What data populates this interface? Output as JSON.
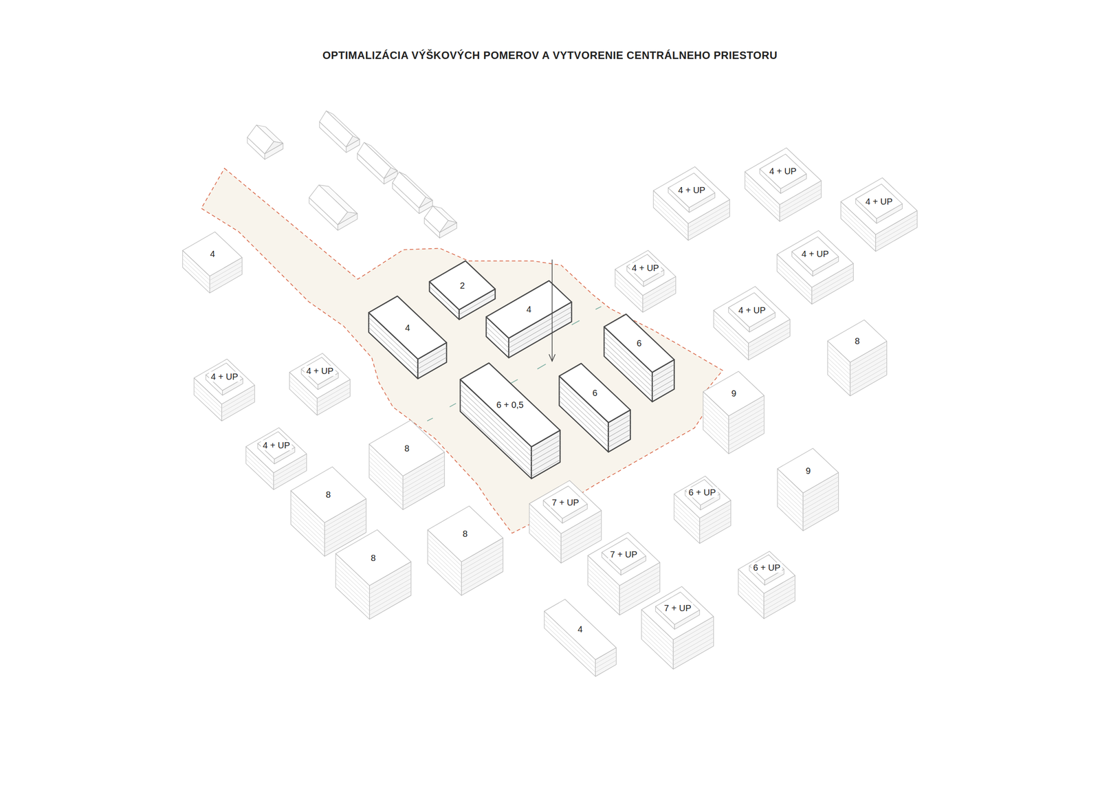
{
  "diagram": {
    "title": "OPTIMALIZÁCIA VÝŠKOVÝCH POMEROV A VYTVORENIE CENTRÁLNEHO PRIESTORU",
    "nodes": [
      {
        "text": [
          "4 + UP"
        ]
      },
      {
        "text": [
          "4 + UP"
        ]
      },
      {
        "text": [
          "4 + UP"
        ]
      },
      {
        "text": [
          "4"
        ]
      },
      {
        "text": [
          "4 + UP"
        ]
      },
      {
        "text": [
          "4 + UP"
        ]
      },
      {
        "text": [
          "2"
        ]
      },
      {
        "text": [
          "4"
        ]
      },
      {
        "text": [
          "4 + UP"
        ]
      },
      {
        "text": [
          "4"
        ]
      },
      {
        "text": [
          "8"
        ]
      },
      {
        "text": [
          "6"
        ]
      },
      {
        "text": [
          "4 + UP"
        ]
      },
      {
        "text": [
          "4 + UP"
        ]
      },
      {
        "text": [
          "9"
        ]
      },
      {
        "text": [
          "6"
        ]
      },
      {
        "text": [
          "6 + 0,5"
        ]
      },
      {
        "text": [
          "4 + UP"
        ]
      },
      {
        "text": [
          "8"
        ]
      },
      {
        "text": [
          "9"
        ]
      },
      {
        "text": [
          "6 + UP"
        ]
      },
      {
        "text": [
          "8"
        ]
      },
      {
        "text": [
          "7 + UP"
        ]
      },
      {
        "text": [
          "8"
        ]
      },
      {
        "text": [
          "7 + UP"
        ]
      },
      {
        "text": [
          "8"
        ]
      },
      {
        "text": [
          "6 + UP"
        ]
      },
      {
        "text": [
          "7 + UP"
        ]
      },
      {
        "text": [
          "4"
        ]
      }
    ]
  }
}
